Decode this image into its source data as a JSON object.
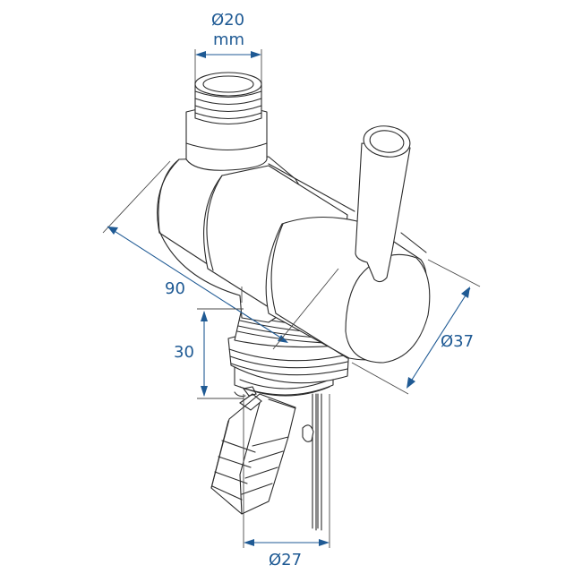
{
  "diagram": {
    "subject": "faucet valve with threaded connections, lever handle, hose barb and wire leads",
    "colors": {
      "dimension": "#1f5a94",
      "outline": "#2a2a2a",
      "background": "#ffffff"
    },
    "dimensions": {
      "top_connection": {
        "value": "Ø20",
        "unit": "mm"
      },
      "length": {
        "value": "90"
      },
      "thread_height": {
        "value": "30"
      },
      "body_diameter": {
        "value": "Ø37"
      },
      "base_diameter": {
        "value": "Ø27"
      }
    }
  }
}
